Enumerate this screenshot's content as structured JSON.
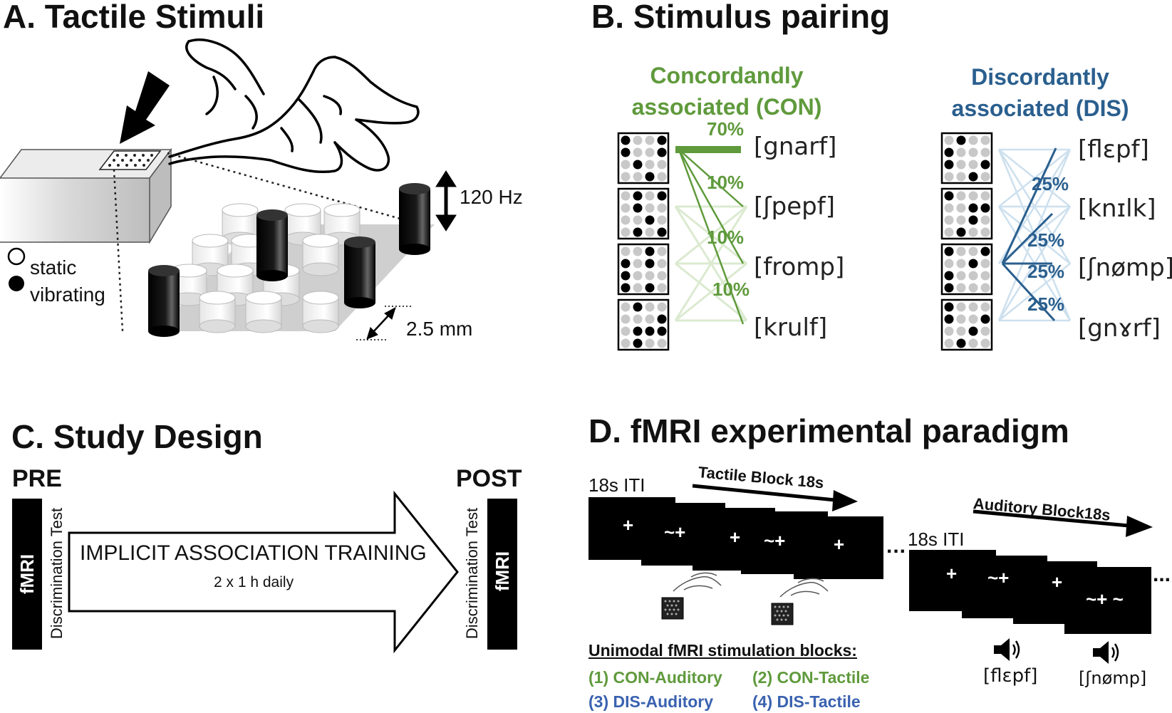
{
  "panel_a": {
    "title": "A. Tactile Stimuli",
    "freq_label": "120 Hz",
    "spacing_label": "2.5 mm",
    "legend_static": "static",
    "legend_vibrating": "vibrating"
  },
  "panel_b": {
    "title": "B. Stimulus pairing",
    "con_heading_line1": "Concordandly",
    "con_heading_line2": "associated (CON)",
    "dis_heading_line1": "Discordantly",
    "dis_heading_line2": "associated (DIS)",
    "con_words": [
      "[gnarf]",
      "[ʃpepf]",
      "[fromp]",
      "[krulf]"
    ],
    "con_percents": [
      "70%",
      "10%",
      "10%",
      "10%"
    ],
    "dis_words": [
      "[flɛpf]",
      "[knɪlk]",
      "[ʃnømp]",
      "[gnɤrf]"
    ],
    "dis_percents": [
      "25%",
      "25%",
      "25%",
      "25%"
    ],
    "colors": {
      "con": "#5f9a3c",
      "dis": "#2a5f8e"
    }
  },
  "panel_c": {
    "title": "C. Study Design",
    "pre_label": "PRE",
    "post_label": "POST",
    "fmri_label": "fMRI",
    "discrimination_label": "Discrimination Test",
    "training_label": "IMPLICIT ASSOCIATION TRAINING",
    "training_sub": "2 x 1 h daily"
  },
  "panel_d": {
    "title": "D. fMRI experimental paradigm",
    "iti_label": "18s ITI",
    "tactile_block_label": "Tactile Block 18s",
    "auditory_block_label": "Auditory Block18s",
    "ellipsis": "...",
    "audio_word_1": "[flɛpf]",
    "audio_word_2": "[ʃnømp]",
    "legend_heading": "Unimodal fMRI stimulation blocks:",
    "legend_items": [
      "(1) CON-Auditory",
      "(2) CON-Tactile",
      "(3) DIS-Auditory",
      "(4) DIS-Tactile"
    ],
    "fixation": "+",
    "tilde_fixation": "~+",
    "tilde_fixation_tilde": "~+ ~",
    "icons": [
      "speaker-icon",
      "hand-icon",
      "pin-matrix-icon"
    ]
  }
}
